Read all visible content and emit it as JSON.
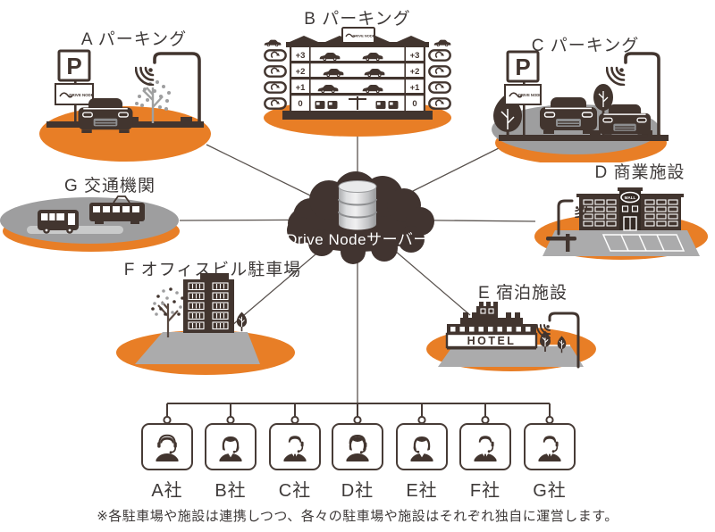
{
  "palette": {
    "accent": "#E87E26",
    "dark": "#42352F",
    "ink": "#3E3A39",
    "cloud": "#413430",
    "gray": "#9E9E9F",
    "light_gray": "#C9CACA",
    "lot": "#ABABAC",
    "border": "#473B36"
  },
  "center": {
    "label": "Drive Nodeサーバー",
    "icon": "database-icon"
  },
  "facilities": {
    "a": {
      "label": "A パーキング",
      "sign": "P",
      "sub_sign": "DRIVE NODE"
    },
    "b": {
      "label": "B パーキング",
      "sign": "DRIVE NODE",
      "levels": [
        "+3",
        "+2",
        "+1",
        "0"
      ]
    },
    "c": {
      "label": "C パーキング",
      "sign": "P",
      "sub_sign": "DRIVE NODE"
    },
    "d": {
      "label": "D 商業施設",
      "building_sign": "MALL"
    },
    "e": {
      "label": "E 宿泊施設",
      "building_sign": "HOTEL"
    },
    "f": {
      "label": "F オフィスビル駐車場"
    },
    "g": {
      "label": "G 交通機関"
    }
  },
  "companies": [
    {
      "label": "A社"
    },
    {
      "label": "B社"
    },
    {
      "label": "C社"
    },
    {
      "label": "D社"
    },
    {
      "label": "E社"
    },
    {
      "label": "F社"
    },
    {
      "label": "G社"
    }
  ],
  "note": "※各駐車場や施設は連携しつつ、各々の駐車場や施設はそれぞれ独自に運営します。"
}
